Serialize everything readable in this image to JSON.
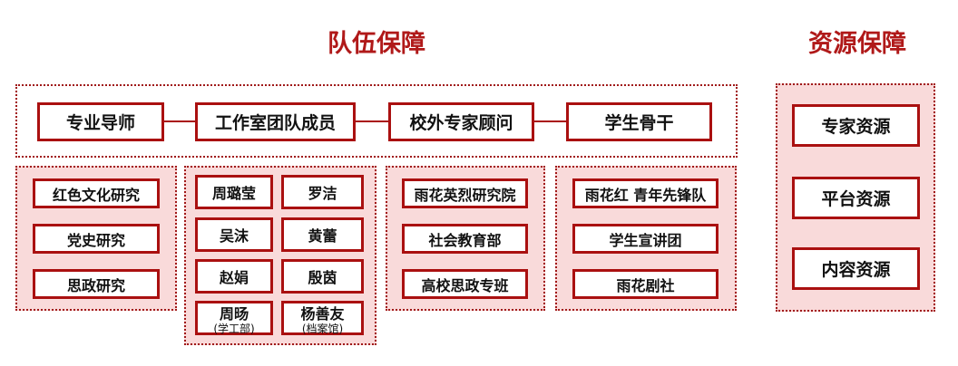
{
  "titles": {
    "team": "队伍保障",
    "resource": "资源保障"
  },
  "top": [
    "专业导师",
    "工作室团队成员",
    "校外专家顾问",
    "学生骨干"
  ],
  "group1": [
    "红色文化研究",
    "党史研究",
    "思政研究"
  ],
  "group2": [
    {
      "name": "周璐莹"
    },
    {
      "name": "罗洁"
    },
    {
      "name": "吴沫"
    },
    {
      "name": "黄蕾"
    },
    {
      "name": "赵娟"
    },
    {
      "name": "殷茵"
    },
    {
      "name": "周旸",
      "note": "(学工部)"
    },
    {
      "name": "杨善友",
      "note": "(档案馆)"
    }
  ],
  "group3": [
    "雨花英烈研究院",
    "社会教育部",
    "高校思政专班"
  ],
  "group4": [
    "雨花红 青年先锋队",
    "学生宣讲团",
    "雨花剧社"
  ],
  "resources": [
    "专家资源",
    "平台资源",
    "内容资源"
  ]
}
